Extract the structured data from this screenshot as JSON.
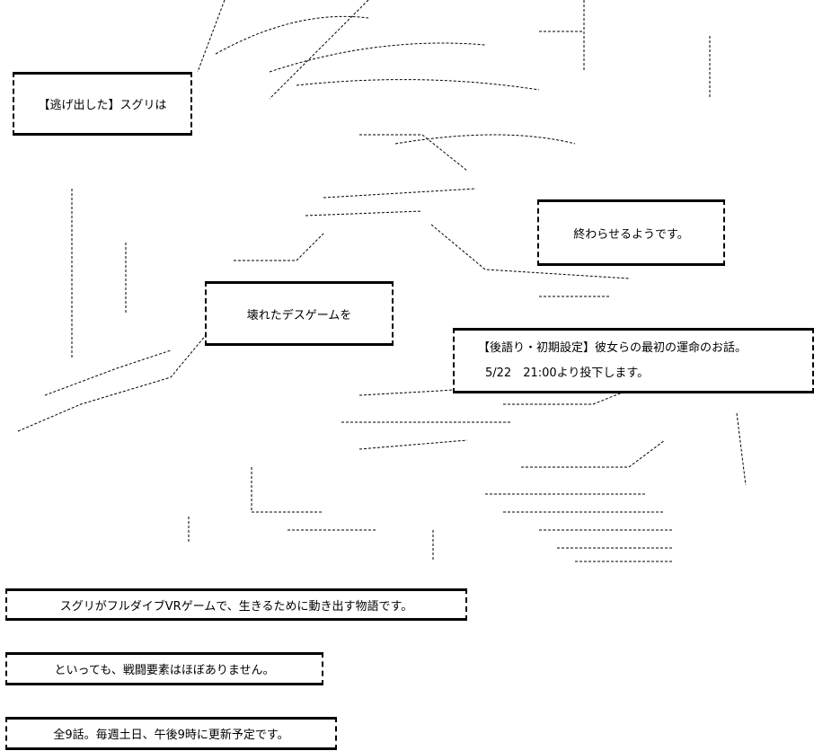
{
  "captions": {
    "box1": "【逃げ出した】スグリは",
    "box2": "終わらせるようです。",
    "box3": "壊れたデスゲームを",
    "notice_line1": "【後語り・初期設定】彼女らの最初の運命のお話。",
    "notice_line2": "5/22　21:00より投下します。",
    "desc1": "スグリがフルダイブVRゲームで、生きるために動き出す物語です。",
    "desc2": "といっても、戦闘要素はほぼありません。",
    "desc3": "全9話。毎週土日、午後9時に更新予定です。"
  }
}
